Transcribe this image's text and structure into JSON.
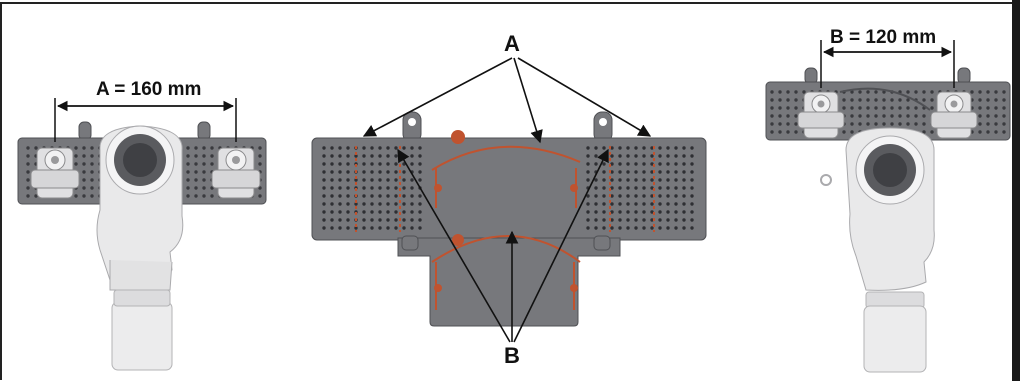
{
  "labels": {
    "dim_a": "A = 160 mm",
    "dim_b": "B = 120 mm",
    "marker_a": "A",
    "marker_b": "B"
  },
  "colors": {
    "plate": "#77787c",
    "plate_dark": "#4f5054",
    "hole": "#2e2f33",
    "accent": "#c0532f",
    "pipe": "#e9e9ea",
    "pipe_shade": "#c9c9cb",
    "arrow": "#111111"
  }
}
